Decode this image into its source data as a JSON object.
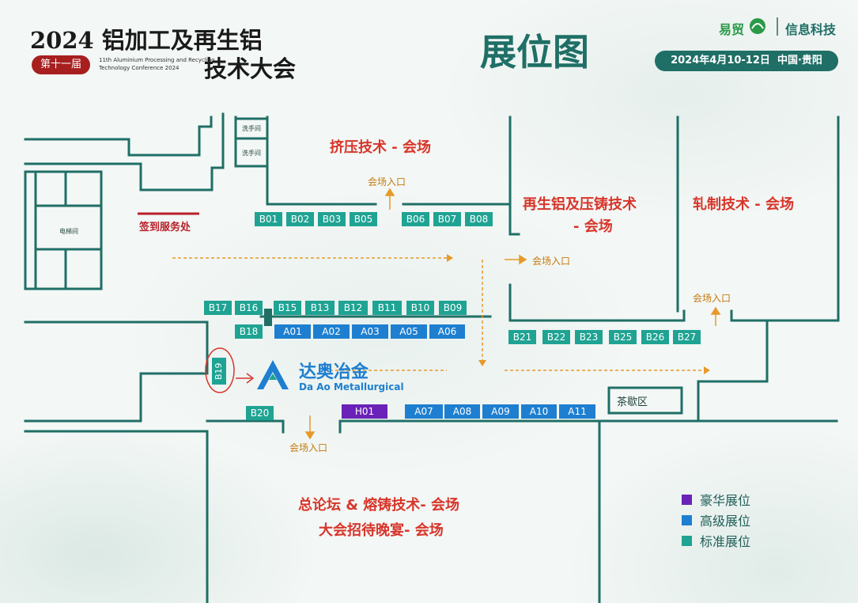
{
  "header": {
    "year_title": "2024 铝加工及再生铝",
    "edition_badge": "第十一届",
    "english_line1": "11th Aluminium Processing and Recycling",
    "english_line2": "Technology Conference 2024",
    "title_line2": "技术大会",
    "main_title": "展位图",
    "brand1": "易贸",
    "brand2": "信息科技",
    "date_location": "2024年4月10-12日  中国·贵阳"
  },
  "rooms": {
    "washroom1": "洗手间",
    "washroom2": "洗手间",
    "elevator": "电梯间",
    "signin": "签到服务处",
    "tea": "茶歇区"
  },
  "halls": {
    "extrusion": "挤压技术 - 会场",
    "recycled_line1": "再生铝及压铸技术",
    "recycled_line2": "- 会场",
    "rolling": "轧制技术 - 会场",
    "forum_line1": "总论坛 & 熔铸技术- 会场",
    "forum_line2": "大会招待晚宴- 会场"
  },
  "entrance_label": "会场入口",
  "booths": {
    "top_row1": [
      "B01",
      "B02",
      "B03",
      "B05"
    ],
    "top_row2": [
      "B06",
      "B07",
      "B08"
    ],
    "mid_row": [
      "B17",
      "B16",
      "B15",
      "B13",
      "B12",
      "B11",
      "B10",
      "B09"
    ],
    "b18": "B18",
    "adv_row1": [
      "A01",
      "A02",
      "A03",
      "A05",
      "A06"
    ],
    "right_row": [
      "B21",
      "B22",
      "B23",
      "B25",
      "B26",
      "B27"
    ],
    "b19": "B19",
    "b20": "B20",
    "h01": "H01",
    "adv_row2": [
      "A07",
      "A08",
      "A09",
      "A10",
      "A11"
    ]
  },
  "sponsor": {
    "name_cn": "达奥冶金",
    "name_en": "Da Ao Metallurgical"
  },
  "legend": [
    {
      "label": "豪华展位",
      "color": "#6b22b8"
    },
    {
      "label": "高级展位",
      "color": "#1e7fd0"
    },
    {
      "label": "标准展位",
      "color": "#1fa393"
    }
  ],
  "colors": {
    "wall": "#1f6f66",
    "standard": "#1fa393",
    "advanced": "#1e7fd0",
    "luxury": "#6b22b8",
    "hall_text": "#d8352a",
    "entrance": "#e69a2a"
  }
}
